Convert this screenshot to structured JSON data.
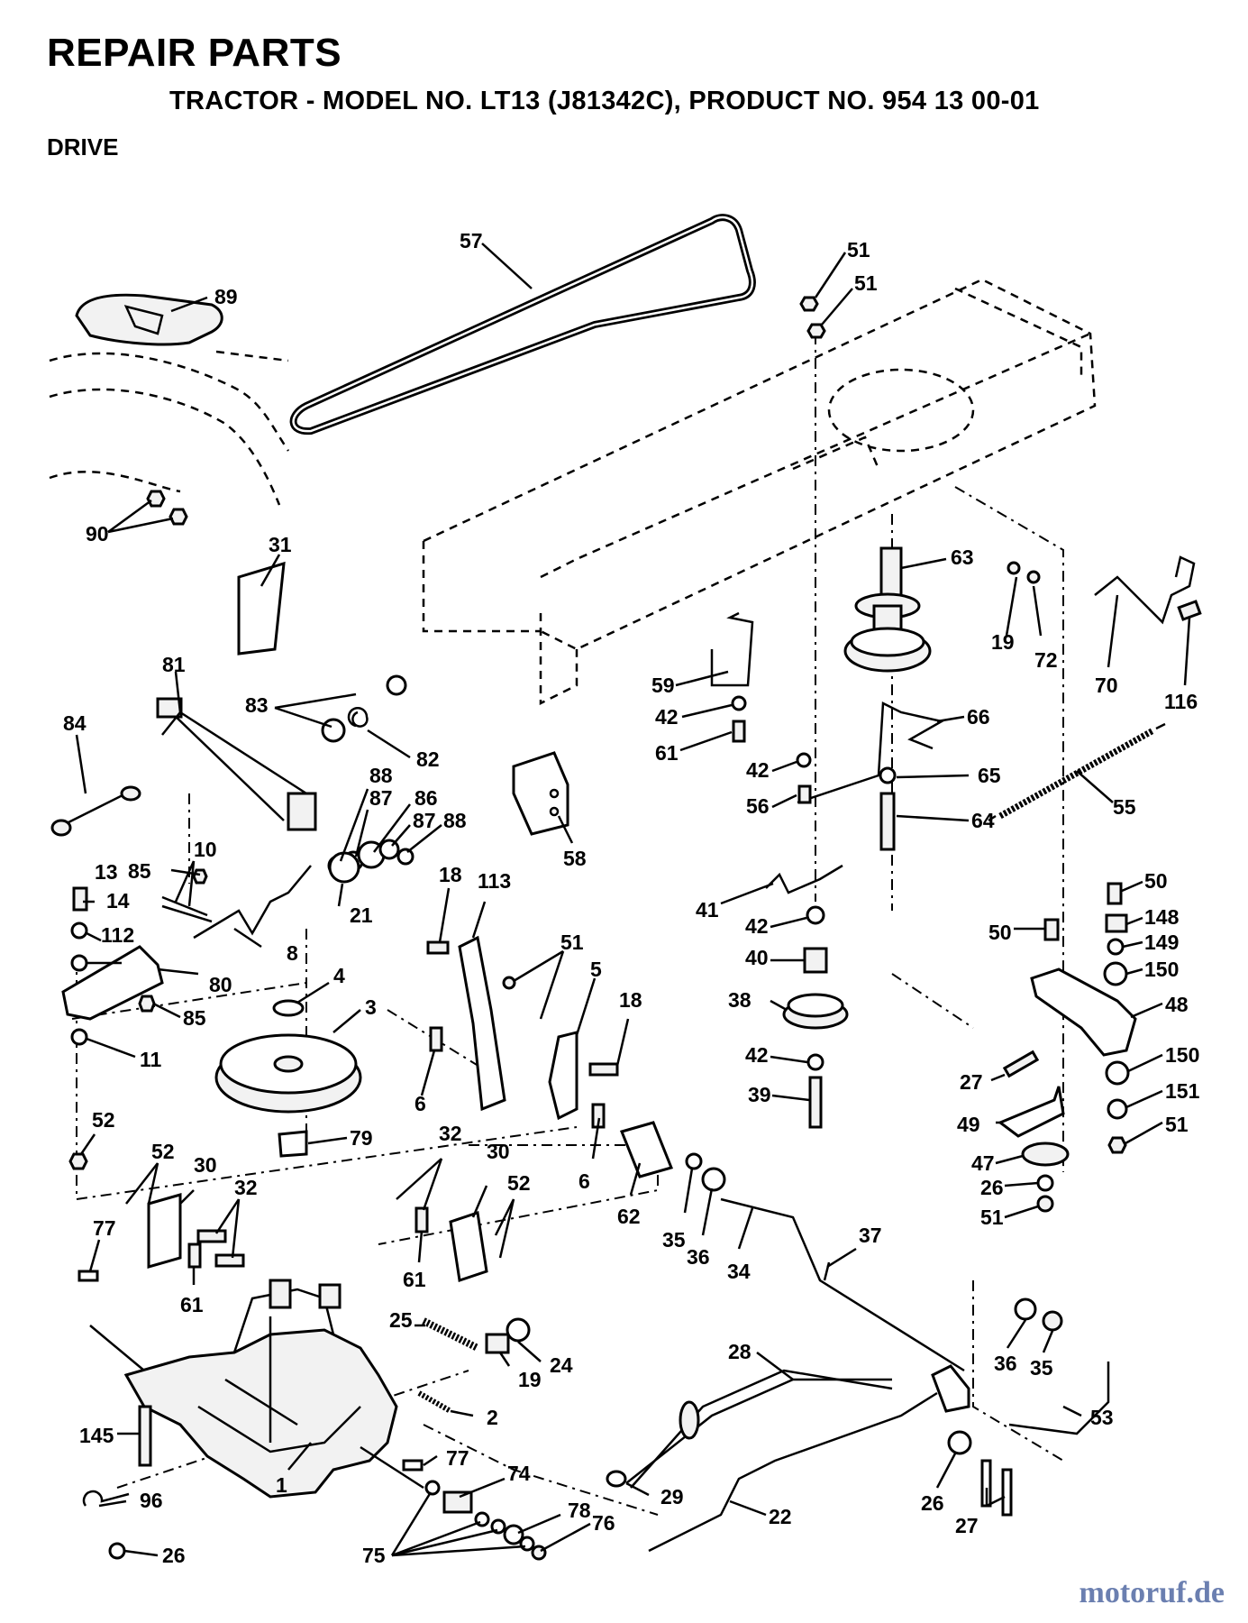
{
  "header": {
    "title": "REPAIR PARTS",
    "subtitle": "TRACTOR - MODEL NO. LT13 (J81342C), PRODUCT NO. 954 13 00-01",
    "section": "DRIVE"
  },
  "watermark": "motoruf.de",
  "callouts": [
    {
      "id": "c57",
      "label": "57"
    },
    {
      "id": "c51a",
      "label": "51"
    },
    {
      "id": "c51b",
      "label": "51"
    },
    {
      "id": "c89",
      "label": "89"
    },
    {
      "id": "c90",
      "label": "90"
    },
    {
      "id": "c31",
      "label": "31"
    },
    {
      "id": "c63",
      "label": "63"
    },
    {
      "id": "c19a",
      "label": "19"
    },
    {
      "id": "c72",
      "label": "72"
    },
    {
      "id": "c70",
      "label": "70"
    },
    {
      "id": "c116",
      "label": "116"
    },
    {
      "id": "c81",
      "label": "81"
    },
    {
      "id": "c83",
      "label": "83"
    },
    {
      "id": "c82",
      "label": "82"
    },
    {
      "id": "c84",
      "label": "84"
    },
    {
      "id": "c88a",
      "label": "88"
    },
    {
      "id": "c87a",
      "label": "87"
    },
    {
      "id": "c86",
      "label": "86"
    },
    {
      "id": "c87b",
      "label": "87"
    },
    {
      "id": "c88b",
      "label": "88"
    },
    {
      "id": "c85a",
      "label": "85"
    },
    {
      "id": "c59",
      "label": "59"
    },
    {
      "id": "c42a",
      "label": "42"
    },
    {
      "id": "c61a",
      "label": "61"
    },
    {
      "id": "c66",
      "label": "66"
    },
    {
      "id": "c42b",
      "label": "42"
    },
    {
      "id": "c56",
      "label": "56"
    },
    {
      "id": "c65",
      "label": "65"
    },
    {
      "id": "c64",
      "label": "64"
    },
    {
      "id": "c55",
      "label": "55"
    },
    {
      "id": "c58",
      "label": "58"
    },
    {
      "id": "c13",
      "label": "13"
    },
    {
      "id": "c10",
      "label": "10"
    },
    {
      "id": "c14",
      "label": "14"
    },
    {
      "id": "c21",
      "label": "21"
    },
    {
      "id": "c112",
      "label": "112"
    },
    {
      "id": "c8",
      "label": "8"
    },
    {
      "id": "c80",
      "label": "80"
    },
    {
      "id": "c85b",
      "label": "85"
    },
    {
      "id": "c11",
      "label": "11"
    },
    {
      "id": "c4",
      "label": "4"
    },
    {
      "id": "c3",
      "label": "3"
    },
    {
      "id": "c18a",
      "label": "18"
    },
    {
      "id": "c113",
      "label": "113"
    },
    {
      "id": "c51c",
      "label": "51"
    },
    {
      "id": "c5",
      "label": "5"
    },
    {
      "id": "c18b",
      "label": "18"
    },
    {
      "id": "c6a",
      "label": "6"
    },
    {
      "id": "c41",
      "label": "41"
    },
    {
      "id": "c42c",
      "label": "42"
    },
    {
      "id": "c40",
      "label": "40"
    },
    {
      "id": "c38",
      "label": "38"
    },
    {
      "id": "c42d",
      "label": "42"
    },
    {
      "id": "c39",
      "label": "39"
    },
    {
      "id": "c50a",
      "label": "50"
    },
    {
      "id": "c50b",
      "label": "50"
    },
    {
      "id": "c148",
      "label": "148"
    },
    {
      "id": "c149",
      "label": "149"
    },
    {
      "id": "c150a",
      "label": "150"
    },
    {
      "id": "c48",
      "label": "48"
    },
    {
      "id": "c150b",
      "label": "150"
    },
    {
      "id": "c27a",
      "label": "27"
    },
    {
      "id": "c151",
      "label": "151"
    },
    {
      "id": "c49",
      "label": "49"
    },
    {
      "id": "c51d",
      "label": "51"
    },
    {
      "id": "c47",
      "label": "47"
    },
    {
      "id": "c26a",
      "label": "26"
    },
    {
      "id": "c51e",
      "label": "51"
    },
    {
      "id": "c52a",
      "label": "52"
    },
    {
      "id": "c79",
      "label": "79"
    },
    {
      "id": "c52b",
      "label": "52"
    },
    {
      "id": "c30a",
      "label": "30"
    },
    {
      "id": "c32a",
      "label": "32"
    },
    {
      "id": "c32b",
      "label": "32"
    },
    {
      "id": "c30b",
      "label": "30"
    },
    {
      "id": "c52c",
      "label": "52"
    },
    {
      "id": "c6b",
      "label": "6"
    },
    {
      "id": "c62",
      "label": "62"
    },
    {
      "id": "c35a",
      "label": "35"
    },
    {
      "id": "c36a",
      "label": "36"
    },
    {
      "id": "c34",
      "label": "34"
    },
    {
      "id": "c37",
      "label": "37"
    },
    {
      "id": "c77a",
      "label": "77"
    },
    {
      "id": "c61b",
      "label": "61"
    },
    {
      "id": "c61c",
      "label": "61"
    },
    {
      "id": "c25",
      "label": "25"
    },
    {
      "id": "c24",
      "label": "24"
    },
    {
      "id": "c19b",
      "label": "19"
    },
    {
      "id": "c28",
      "label": "28"
    },
    {
      "id": "c36b",
      "label": "36"
    },
    {
      "id": "c35b",
      "label": "35"
    },
    {
      "id": "c53",
      "label": "53"
    },
    {
      "id": "c2",
      "label": "2"
    },
    {
      "id": "c145",
      "label": "145"
    },
    {
      "id": "c77b",
      "label": "77"
    },
    {
      "id": "c74",
      "label": "74"
    },
    {
      "id": "c96",
      "label": "96"
    },
    {
      "id": "c1",
      "label": "1"
    },
    {
      "id": "c29",
      "label": "29"
    },
    {
      "id": "c22",
      "label": "22"
    },
    {
      "id": "c26b",
      "label": "26"
    },
    {
      "id": "c27b",
      "label": "27"
    },
    {
      "id": "c78",
      "label": "78"
    },
    {
      "id": "c76",
      "label": "76"
    },
    {
      "id": "c26c",
      "label": "26"
    },
    {
      "id": "c75",
      "label": "75"
    }
  ]
}
